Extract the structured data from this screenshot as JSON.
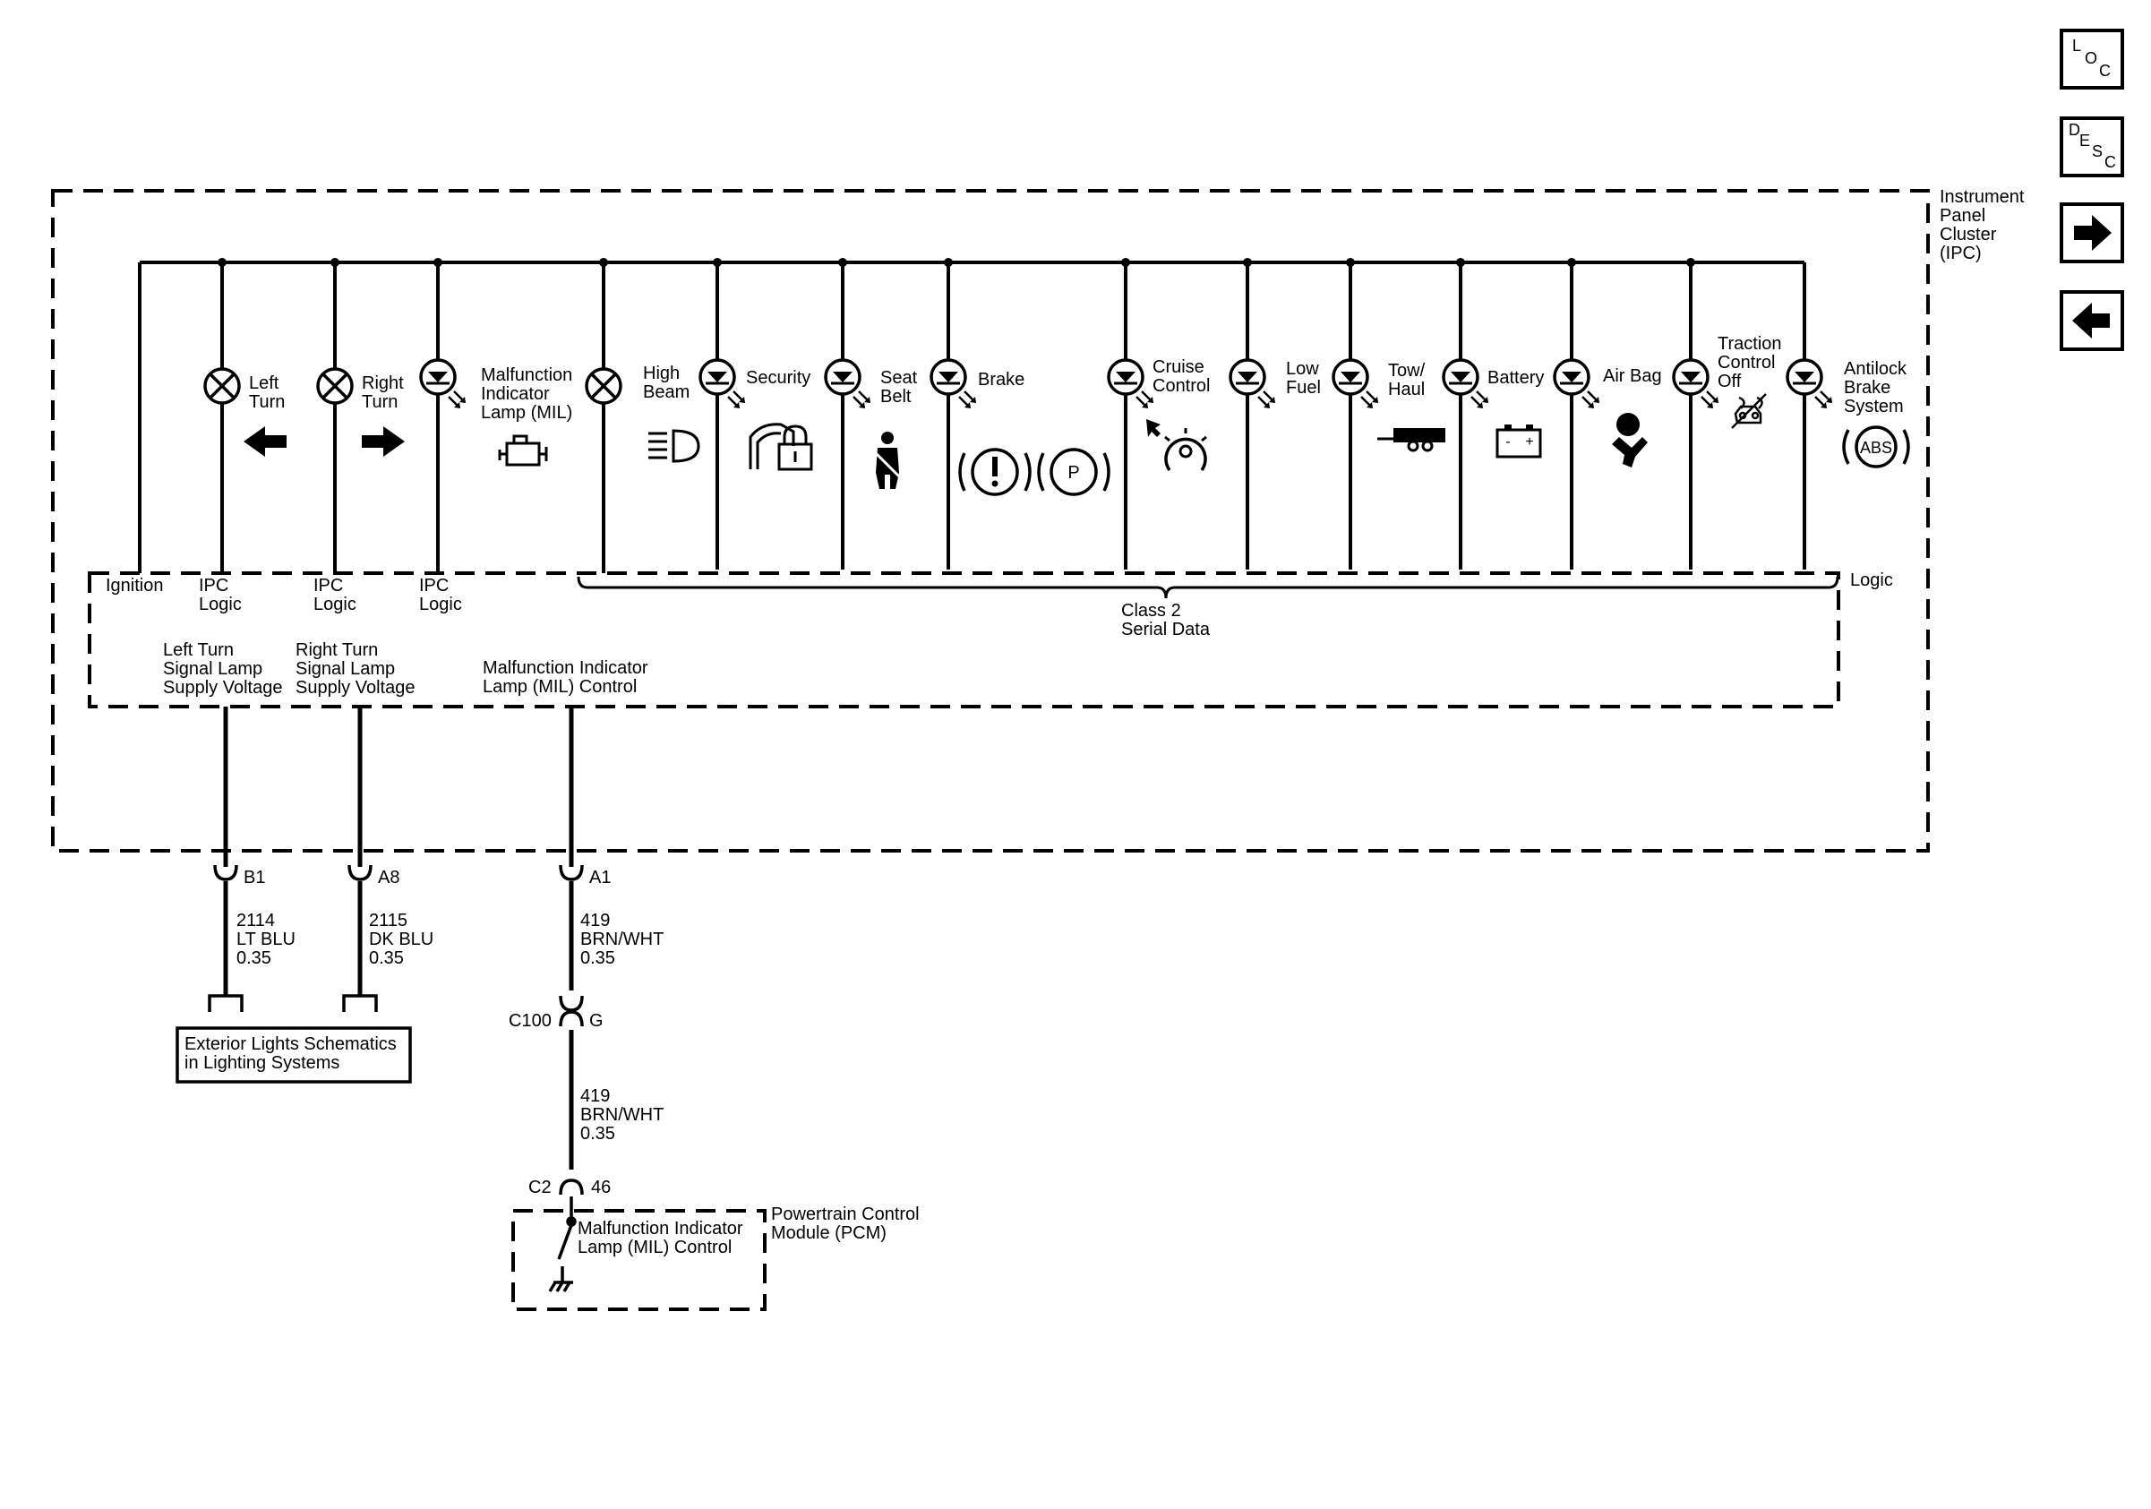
{
  "nav": {
    "loc": [
      "L",
      "O",
      "C"
    ],
    "desc": [
      "D",
      "E",
      "S",
      "C"
    ],
    "next_icon": "right-arrow-icon",
    "prev_icon": "left-arrow-icon"
  },
  "modules": {
    "ipc": [
      "Instrument",
      "Panel",
      "Cluster",
      "(IPC)"
    ],
    "pcm": [
      "Powertrain Control",
      "Module (PCM)"
    ]
  },
  "lamps": {
    "left_turn": [
      "Left",
      "Turn"
    ],
    "right_turn": [
      "Right",
      "Turn"
    ],
    "mil": [
      "Malfunction",
      "Indicator",
      "Lamp (MIL)"
    ],
    "high_beam": [
      "High",
      "Beam"
    ],
    "security": [
      "Security"
    ],
    "seat_belt": [
      "Seat",
      "Belt"
    ],
    "brake": [
      "Brake"
    ],
    "cruise": [
      "Cruise",
      "Control"
    ],
    "low_fuel": [
      "Low",
      "Fuel"
    ],
    "tow_haul": [
      "Tow/",
      "Haul"
    ],
    "battery": [
      "Battery"
    ],
    "air_bag": [
      "Air Bag"
    ],
    "traction": [
      "Traction",
      "Control",
      "Off"
    ],
    "abs": [
      "Antilock",
      "Brake",
      "System"
    ]
  },
  "symbols": {
    "brake_warning": "(!)",
    "park_brake": "P",
    "abs": "ABS",
    "battery_minus": "-",
    "battery_plus": "+"
  },
  "logic": {
    "ignition": "Ignition",
    "ipc_logic": [
      "IPC",
      "Logic"
    ],
    "logic": "Logic",
    "class2": [
      "Class 2",
      "Serial Data"
    ],
    "left_supply": [
      "Left Turn",
      "Signal Lamp",
      "Supply Voltage"
    ],
    "right_supply": [
      "Right Turn",
      "Signal Lamp",
      "Supply Voltage"
    ],
    "mil_control": [
      "Malfunction Indicator",
      "Lamp (MIL) Control"
    ]
  },
  "connectors": {
    "b1": "B1",
    "a8": "A8",
    "a1": "A1",
    "c100": "C100",
    "g": "G",
    "c2": "C2",
    "pin46": "46"
  },
  "wires": {
    "w2114": [
      "2114",
      "LT BLU",
      "0.35"
    ],
    "w2115": [
      "2115",
      "DK BLU",
      "0.35"
    ],
    "w419a": [
      "419",
      "BRN/WHT",
      "0.35"
    ],
    "w419b": [
      "419",
      "BRN/WHT",
      "0.35"
    ]
  },
  "reference_box": [
    "Exterior Lights Schematics",
    "in Lighting Systems"
  ],
  "pcm_switch": [
    "Malfunction Indicator",
    "Lamp (MIL) Control"
  ]
}
